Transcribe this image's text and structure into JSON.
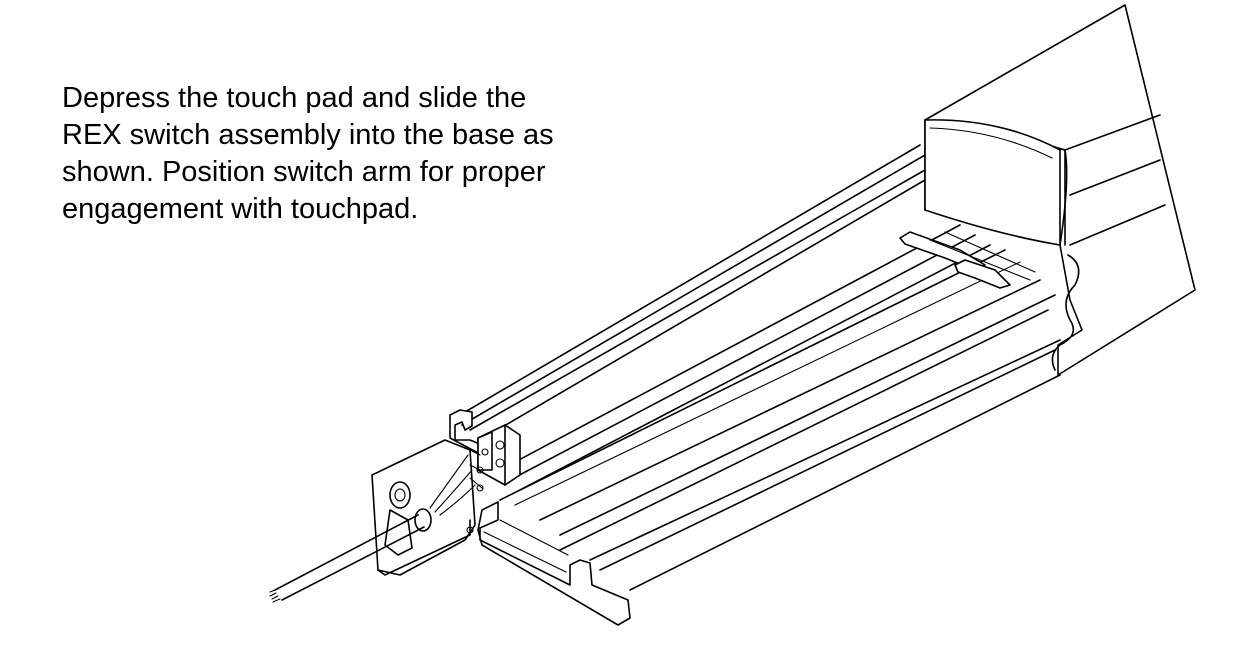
{
  "instruction": {
    "line1": "Depress the touch pad and slide the",
    "line2": "REX switch assembly into the base as",
    "line3": "shown. Position switch arm for proper",
    "line4": "engagement with touchpad."
  }
}
